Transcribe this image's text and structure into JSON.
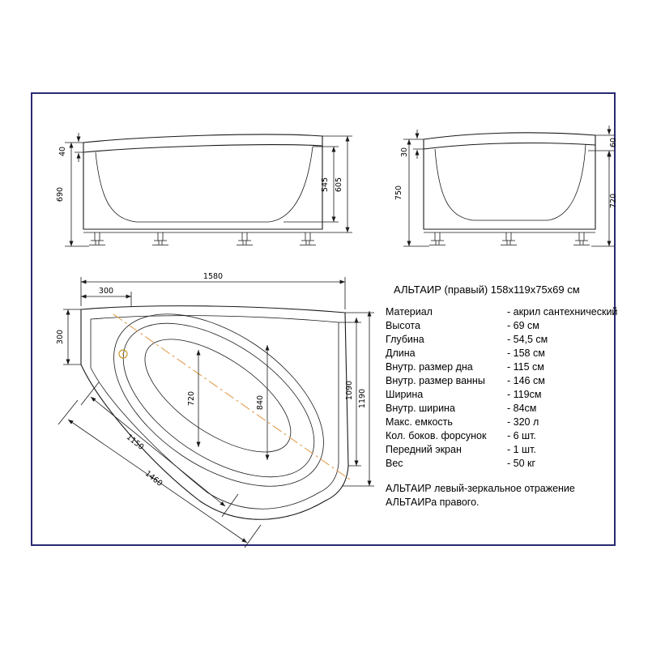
{
  "colors": {
    "frame": "#2a2a72",
    "line": "#1a1a1a",
    "dim": "#1a1a1a",
    "centerline": "#e2a55e",
    "drain": "#c9992e",
    "text": "#000000"
  },
  "views": {
    "front": {
      "d40": "40",
      "d690": "690",
      "d545": "545",
      "d605": "605"
    },
    "side": {
      "d30": "30",
      "d750": "750",
      "d60": "60",
      "d720": "720"
    },
    "plan": {
      "d1580": "1580",
      "d300_top": "300",
      "d300_left": "300",
      "d1090": "1090",
      "d1190": "1190",
      "d720": "720",
      "d840": "840",
      "d1150": "1150",
      "d1460": "1460"
    }
  },
  "spec": {
    "title": "АЛЬТАИР (правый) 158x119x75x69 см",
    "rows": [
      {
        "label": "Материал",
        "value": "- акрил сантехнический"
      },
      {
        "label": "Высота",
        "value": "-  69 см"
      },
      {
        "label": "Глубина",
        "value": "- 54,5 см"
      },
      {
        "label": "Длина",
        "value": "- 158 см"
      },
      {
        "label": "Внутр. размер дна",
        "value": "- 115 см"
      },
      {
        "label": "Внутр. размер ванны",
        "value": "- 146 см"
      },
      {
        "label": "Ширина",
        "value": "- 119см"
      },
      {
        "label": "Внутр. ширина",
        "value": "- 84см"
      },
      {
        "label": "Макс. емкость",
        "value": "- 320 л"
      },
      {
        "label": "Кол. боков. форсунок",
        "value": "- 6 шт."
      },
      {
        "label": "Передний экран",
        "value": "- 1 шт."
      },
      {
        "label": "Вес",
        "value": "- 50 кг"
      }
    ],
    "note_line1": "АЛЬТАИР левый-зеркальное отражение",
    "note_line2": "АЛЬТАИРа правого."
  }
}
